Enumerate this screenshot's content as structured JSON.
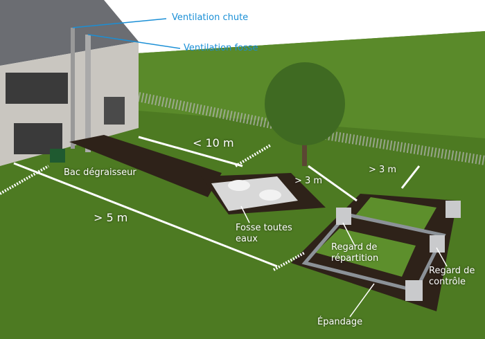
{
  "title": "Assainissement non collectif - fosse toutes eaux et épandage",
  "colors": {
    "label_blue": "#1a8fd6",
    "label_white": "#ffffff",
    "grass": "#4d7a22",
    "soil": "#2e2219"
  },
  "labels": {
    "ventilation_chute": "Ventilation chute",
    "ventilation_fosse": "Ventilation fosse",
    "distance_fosse_house": "< 10 m",
    "bac_degraisseur": "Bac dégraisseur",
    "distance_tree_1": "> 3 m",
    "distance_tree_2": "> 3 m",
    "distance_house_epandage": "> 5 m",
    "fosse_line1": "Fosse toutes",
    "fosse_line2": "eaux",
    "regard_repartition_line1": "Regard de",
    "regard_repartition_line2": "répartition",
    "regard_controle_line1": "Regard de",
    "regard_controle_line2": "contrôle",
    "epandage": "Épandage"
  }
}
